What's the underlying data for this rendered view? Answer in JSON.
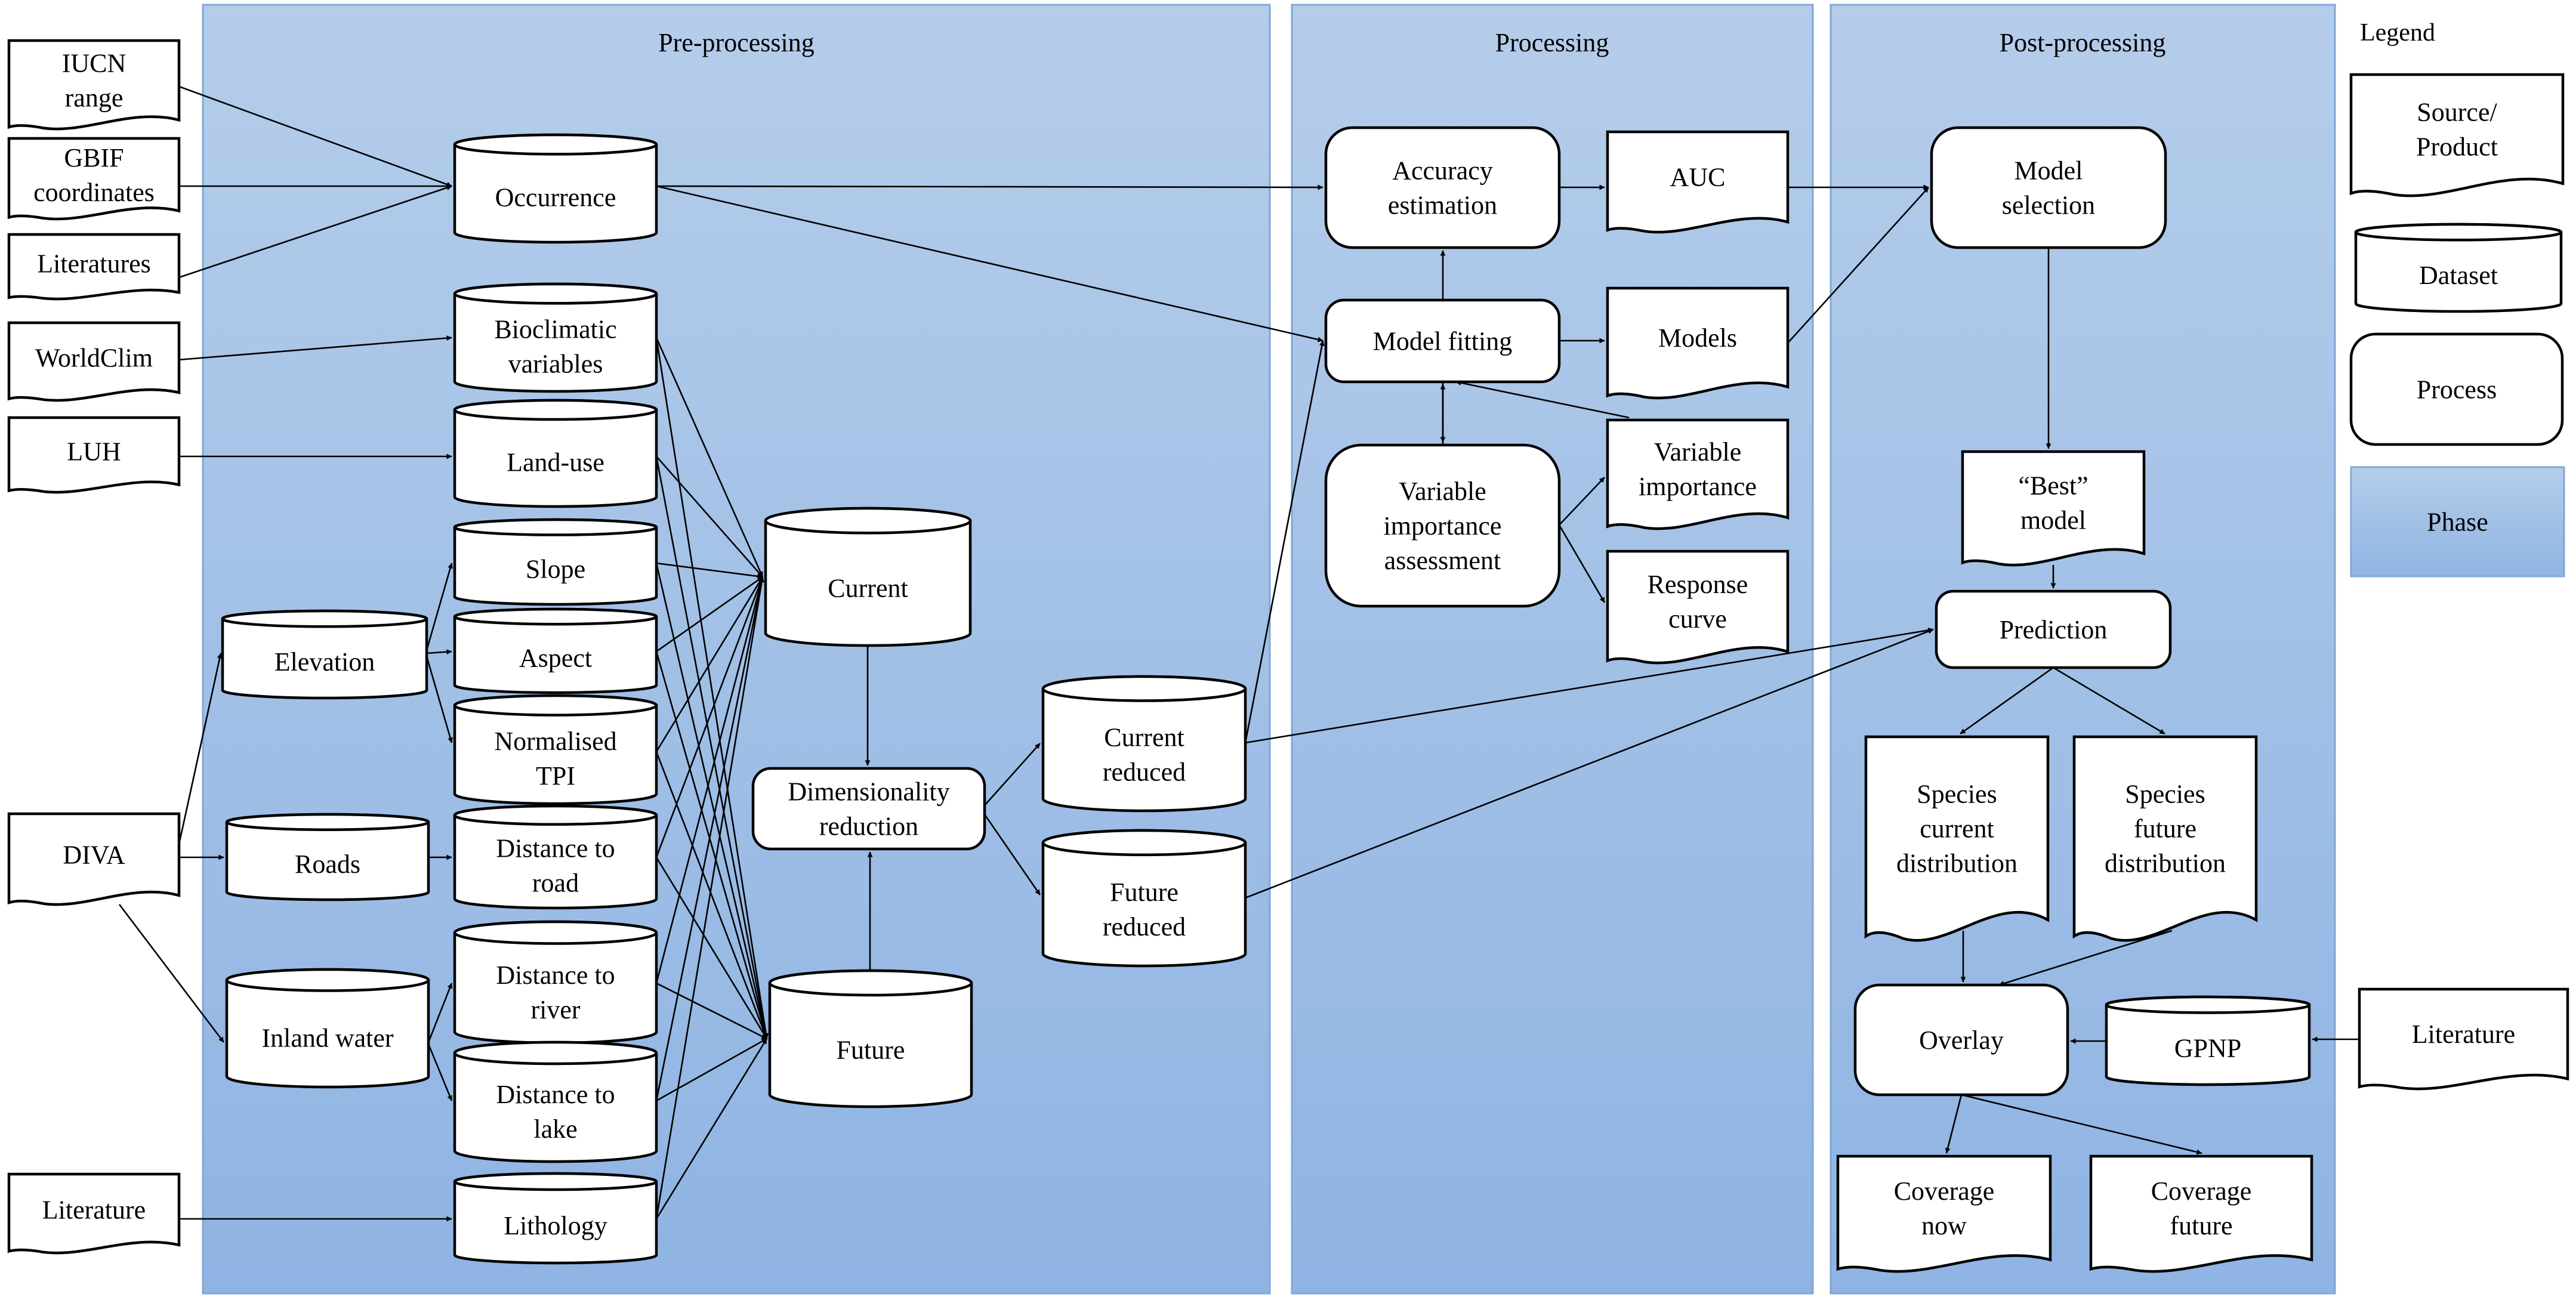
{
  "colors": {
    "phase_top": "#b5cdea",
    "phase_bottom": "#8fb4e3",
    "phase_border": "#7fa7d6"
  },
  "phases": {
    "pre": "Pre-processing",
    "proc": "Processing",
    "post": "Post-processing"
  },
  "legend": {
    "title": "Legend",
    "source": [
      "Source/",
      "Product"
    ],
    "dataset": "Dataset",
    "process": "Process",
    "phase": "Phase"
  },
  "nodes": {
    "iucn": [
      "IUCN",
      "range"
    ],
    "gbif": [
      "GBIF",
      "coordinates"
    ],
    "literatures": [
      "Literatures"
    ],
    "worldclim": [
      "WorldClim"
    ],
    "luh": [
      "LUH"
    ],
    "diva": [
      "DIVA"
    ],
    "literature_left": [
      "Literature"
    ],
    "occurrence": [
      "Occurrence"
    ],
    "bioclimatic": [
      "Bioclimatic",
      "variables"
    ],
    "landuse": [
      "Land-use"
    ],
    "slope": [
      "Slope"
    ],
    "elevation": [
      "Elevation"
    ],
    "aspect": [
      "Aspect"
    ],
    "tpi": [
      "Normalised",
      "TPI"
    ],
    "roads": [
      "Roads"
    ],
    "dist_road": [
      "Distance to",
      "road"
    ],
    "inland_water": [
      "Inland water"
    ],
    "dist_river": [
      "Distance to",
      "river"
    ],
    "dist_lake": [
      "Distance to",
      "lake"
    ],
    "lithology": [
      "Lithology"
    ],
    "current": [
      "Current"
    ],
    "future": [
      "Future"
    ],
    "dimred": [
      "Dimensionality",
      "reduction"
    ],
    "current_reduced": [
      "Current",
      "reduced"
    ],
    "future_reduced": [
      "Future",
      "reduced"
    ],
    "accuracy": [
      "Accuracy",
      "estimation"
    ],
    "auc": [
      "AUC"
    ],
    "model_fitting": [
      "Model fitting"
    ],
    "models": [
      "Models"
    ],
    "var_assess": [
      "Variable",
      "importance",
      "assessment"
    ],
    "var_importance": [
      "Variable",
      "importance"
    ],
    "response_curve": [
      "Response",
      "curve"
    ],
    "model_selection": [
      "Model",
      "selection"
    ],
    "best_model": [
      "“Best”",
      "model"
    ],
    "prediction": [
      "Prediction"
    ],
    "species_current": [
      "Species",
      "current",
      "distribution"
    ],
    "species_future": [
      "Species",
      "future",
      "distribution"
    ],
    "overlay": [
      "Overlay"
    ],
    "gpnp": [
      "GPNP"
    ],
    "literature_right": [
      "Literature"
    ],
    "coverage_now": [
      "Coverage",
      "now"
    ],
    "coverage_future": [
      "Coverage",
      "future"
    ]
  }
}
